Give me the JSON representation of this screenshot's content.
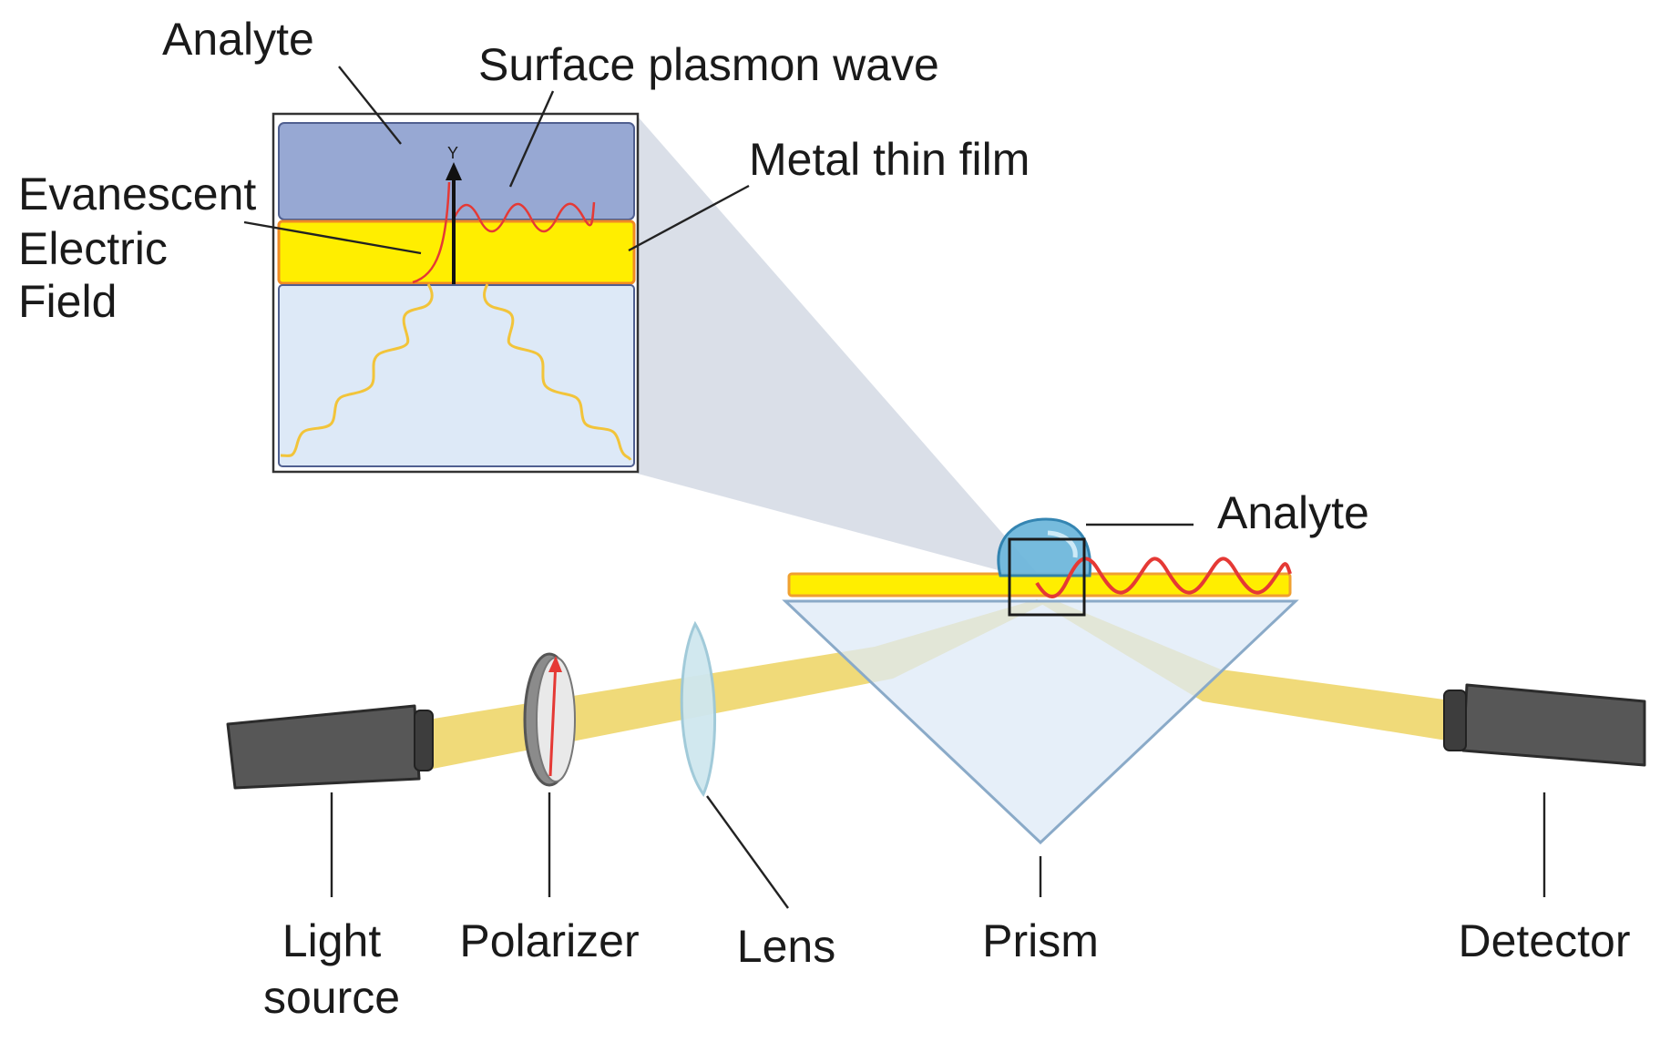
{
  "inset": {
    "analyte_label": "Analyte",
    "surface_plasmon_label": "Surface plasmon wave",
    "metal_film_label": "Metal thin film",
    "evanescent_line1": "Evanescent",
    "evanescent_line2": "Electric",
    "evanescent_line3": "Field",
    "axis_label": "Y"
  },
  "setup": {
    "analyte_label": "Analyte",
    "light_source_line1": "Light",
    "light_source_line2": "source",
    "polarizer_label": "Polarizer",
    "lens_label": "Lens",
    "prism_label": "Prism",
    "detector_label": "Detector"
  },
  "colors": {
    "analyte_layer": "#97a8d3",
    "metal_film": "#ffee00",
    "glass": "#dde9f7",
    "beam": "#eed66a",
    "wave": "#e53935",
    "device_body": "#5a5a5a",
    "zoom_cone": "#d6dbe6"
  }
}
